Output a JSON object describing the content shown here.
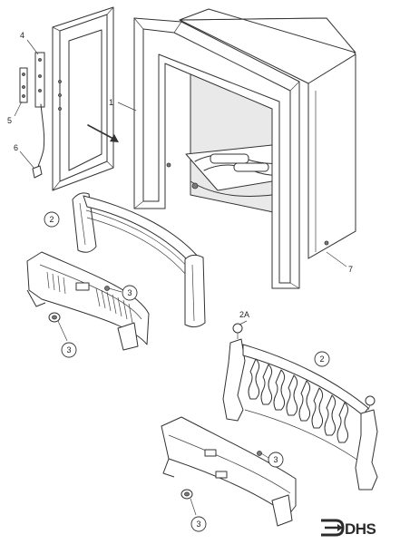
{
  "labels": {
    "l1": "1",
    "l2a": "2",
    "l2b": "2",
    "l2A": "2A",
    "l3a": "3",
    "l3b": "3",
    "l3c": "3",
    "l3d": "3",
    "l4": "4",
    "l5": "5",
    "l6": "6",
    "l7": "7"
  },
  "logo": {
    "text": "DHS"
  },
  "colors": {
    "line": "#333333",
    "shade": "#e9e9e9",
    "background": "#ffffff"
  }
}
